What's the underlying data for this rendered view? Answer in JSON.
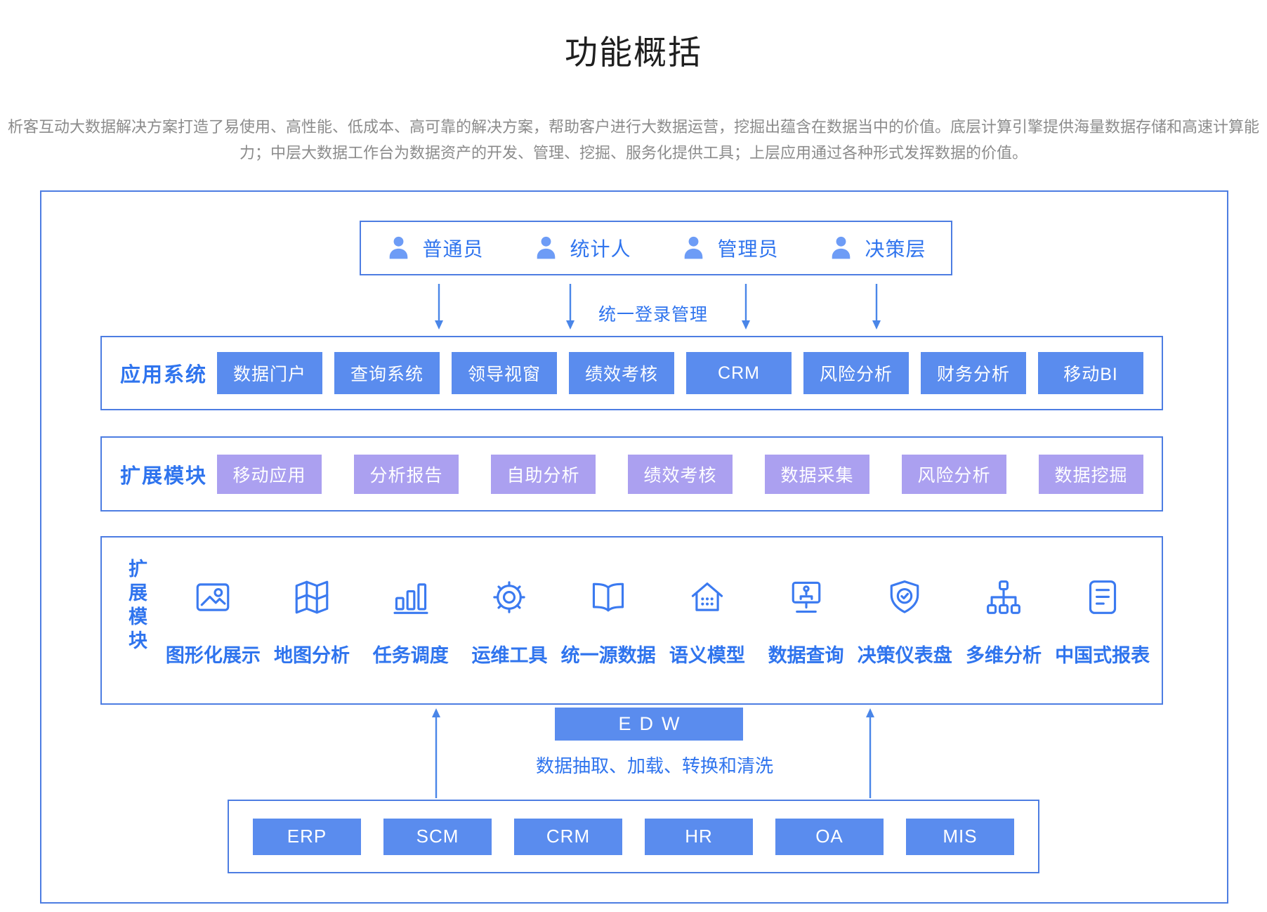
{
  "page": {
    "title": "功能概括",
    "description": "析客互动大数据解决方案打造了易使用、高性能、低成本、高可靠的解决方案，帮助客户进行大数据运营，挖掘出蕴含在数据当中的价值。底层计算引擎提供海量数据存储和高速计算能力；中层大数据工作台为数据资产的开发、管理、挖掘、服务化提供工具；上层应用通过各种形式发挥数据的价值。"
  },
  "roles": {
    "items": [
      {
        "icon": "user-icon",
        "label": "普通员"
      },
      {
        "icon": "user-icon",
        "label": "统计人"
      },
      {
        "icon": "user-icon",
        "label": "管理员"
      },
      {
        "icon": "user-icon",
        "label": "决策层"
      }
    ]
  },
  "login_flow": {
    "label": "统一登录管理"
  },
  "app_systems": {
    "label": "应用系统",
    "buttons": [
      "数据门户",
      "查询系统",
      "领导视窗",
      "绩效考核",
      "CRM",
      "风险分析",
      "财务分析",
      "移动BI"
    ]
  },
  "extension_modules": {
    "label": "扩展模块",
    "buttons": [
      "移动应用",
      "分析报告",
      "自助分析",
      "绩效考核",
      "数据采集",
      "风险分析",
      "数据挖掘"
    ]
  },
  "platform_modules": {
    "vertical_label": "扩展模块",
    "items": [
      {
        "icon": "image-icon",
        "label": "图形化展示"
      },
      {
        "icon": "map-icon",
        "label": "地图分析"
      },
      {
        "icon": "bar-chart-icon",
        "label": "任务调度"
      },
      {
        "icon": "gear-icon",
        "label": "运维工具"
      },
      {
        "icon": "book-icon",
        "label": "统一源数据"
      },
      {
        "icon": "house-data-icon",
        "label": "语义模型"
      },
      {
        "icon": "monitor-share-icon",
        "label": "数据查询"
      },
      {
        "icon": "shield-check-icon",
        "label": "决策仪表盘"
      },
      {
        "icon": "sitemap-icon",
        "label": "多维分析"
      },
      {
        "icon": "report-icon",
        "label": "中国式报表"
      }
    ]
  },
  "edw": {
    "label": "EDW",
    "etl_text": "数据抽取、加载、转换和清洗"
  },
  "source_systems": {
    "buttons": [
      "ERP",
      "SCM",
      "CRM",
      "HR",
      "OA",
      "MIS"
    ]
  },
  "colors": {
    "primary_blue": "#5a8cee",
    "purple": "#aba0f0",
    "border_blue": "#4d7de2",
    "text_blue": "#2f74ee",
    "icon_blue": "#3b7af0",
    "role_icon_blue": "#6d9cf6",
    "arrow_blue": "#4a86e8",
    "title_color": "#1f1f1f",
    "description_color": "#8b8b8b"
  }
}
